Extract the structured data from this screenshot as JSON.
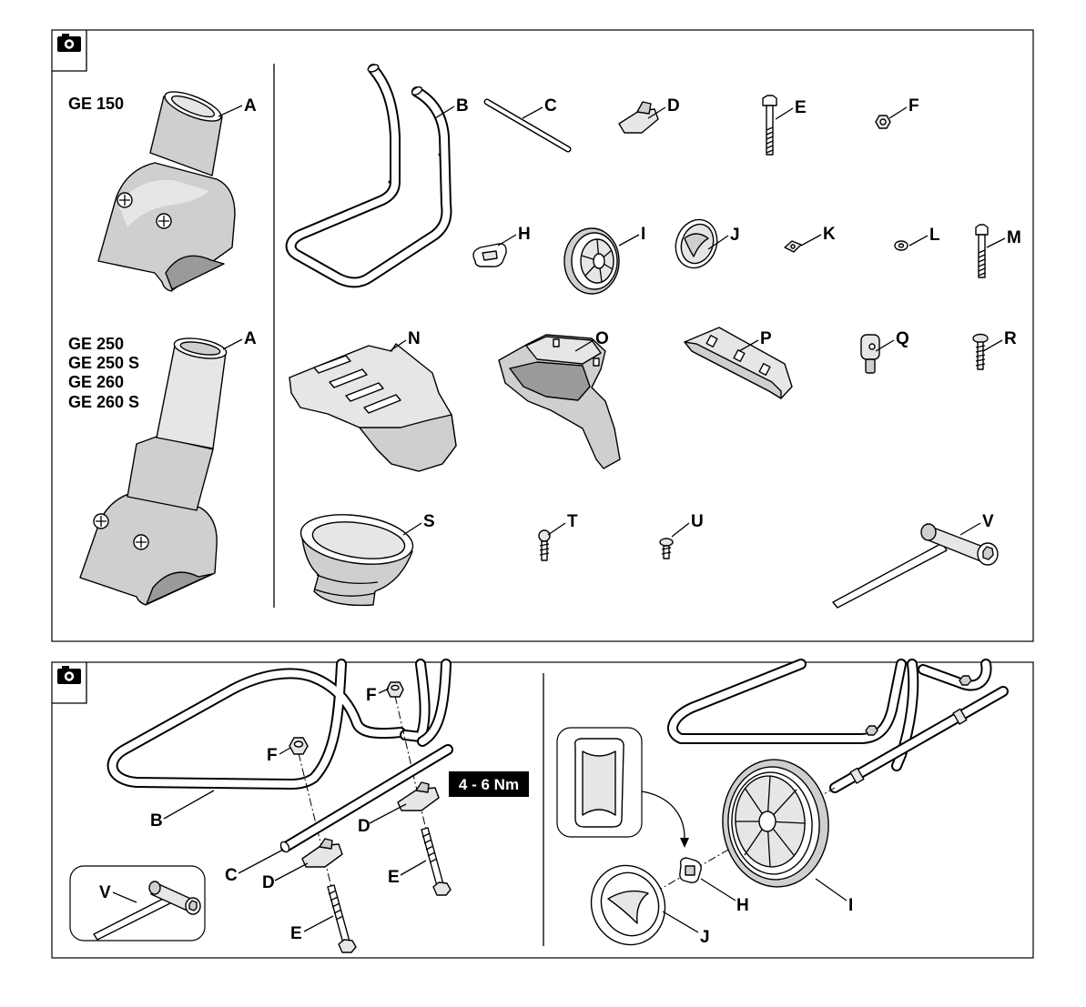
{
  "icons": {
    "panel1_icon": "camera-icon",
    "panel2_icon": "camera-icon",
    "arrow": "curved-arrow-icon"
  },
  "panel1": {
    "model_small": "GE 150",
    "models_large": [
      "GE 250",
      "GE 250 S",
      "GE 260",
      "GE 260 S"
    ],
    "labels": {
      "A_top": "A",
      "B": "B",
      "C": "C",
      "D": "D",
      "E": "E",
      "F": "F",
      "H": "H",
      "I": "I",
      "J": "J",
      "K": "K",
      "L": "L",
      "M": "M",
      "A_bottom": "A",
      "N": "N",
      "O": "O",
      "P": "P",
      "Q": "Q",
      "R": "R",
      "S": "S",
      "T": "T",
      "U": "U",
      "V": "V"
    }
  },
  "panel2": {
    "torque": "4 - 6 Nm",
    "labels": {
      "F_upper": "F",
      "F_lower": "F",
      "B": "B",
      "C": "C",
      "D_right": "D",
      "D_left": "D",
      "E_right": "E",
      "E_left": "E",
      "V": "V",
      "H": "H",
      "I": "I",
      "J": "J"
    }
  },
  "colors": {
    "line": "#000000",
    "shade_light": "#e6e6e6",
    "shade": "#cfcfcf",
    "shade_dark": "#9a9a9a",
    "torque_bg": "#000000",
    "torque_text": "#ffffff"
  }
}
